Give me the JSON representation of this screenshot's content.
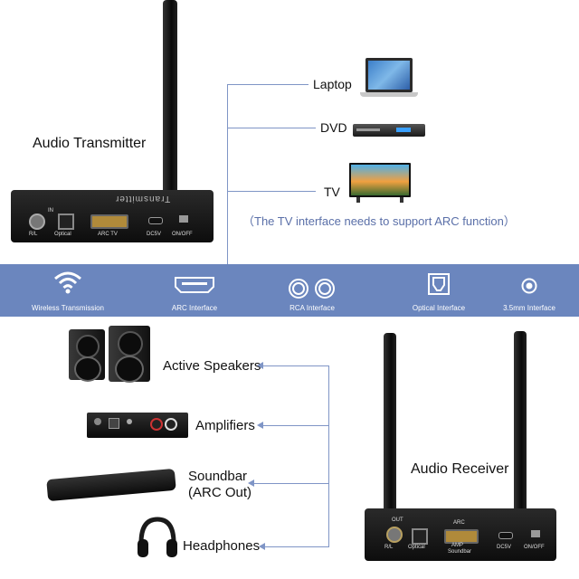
{
  "transmitter": {
    "title": "Audio Transmitter",
    "brand_text": "Transmitter",
    "ports": [
      "R/L",
      "Optical",
      "ARC TV",
      "DC5V",
      "ON/OFF",
      "IN"
    ]
  },
  "sources": [
    {
      "label": "Laptop",
      "icon": "laptop-icon"
    },
    {
      "label": "DVD",
      "icon": "dvd-player-icon"
    },
    {
      "label": "TV",
      "icon": "tv-icon"
    }
  ],
  "arc_note": "（The TV interface needs to support ARC function）",
  "interfaces": [
    {
      "label": "Wireless Transmission",
      "icon": "wifi-icon"
    },
    {
      "label": "ARC Interface",
      "icon": "hdmi-icon"
    },
    {
      "label": "RCA Interface",
      "icon": "rca-icon"
    },
    {
      "label": "Optical Interface",
      "icon": "optical-icon"
    },
    {
      "label": "3.5mm Interface",
      "icon": "aux-jack-icon"
    }
  ],
  "outputs": [
    {
      "label": "Active Speakers",
      "icon": "speakers-icon"
    },
    {
      "label": "Amplifiers",
      "icon": "amplifier-icon"
    },
    {
      "label": "Soundbar\n(ARC Out)",
      "line1": "Soundbar",
      "line2": "(ARC Out)",
      "icon": "soundbar-icon"
    },
    {
      "label": "Headphones",
      "icon": "headphones-icon"
    }
  ],
  "receiver": {
    "title": "Audio Receiver",
    "ports": [
      "OUT",
      "R/L",
      "Optical",
      "ARC",
      "AMP",
      "Soundbar",
      "DC5V",
      "ON/OFF"
    ]
  },
  "colors": {
    "band": "#6b86be",
    "line": "#7f95c6",
    "note": "#5a6fa8"
  }
}
